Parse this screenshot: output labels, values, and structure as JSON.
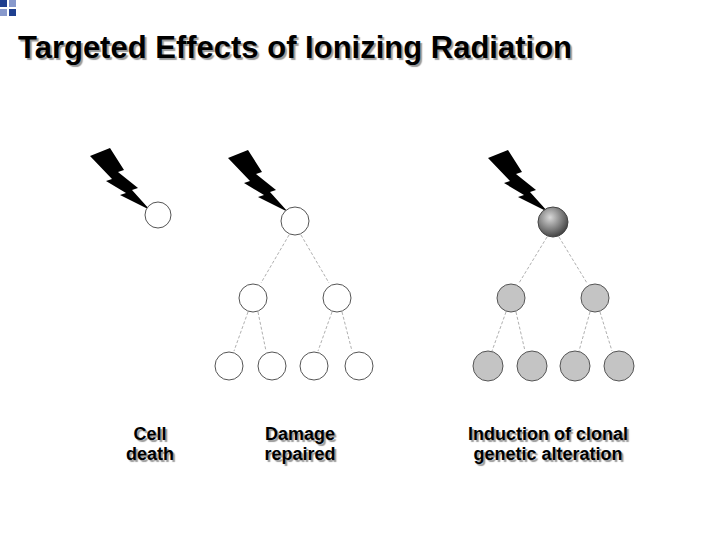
{
  "diagram": {
    "title": "Targeted Effects of Ionizing Radiation",
    "labels": [
      "Cell death",
      "Damage repaired",
      "Induction of clonal genetic alteration"
    ]
  }
}
